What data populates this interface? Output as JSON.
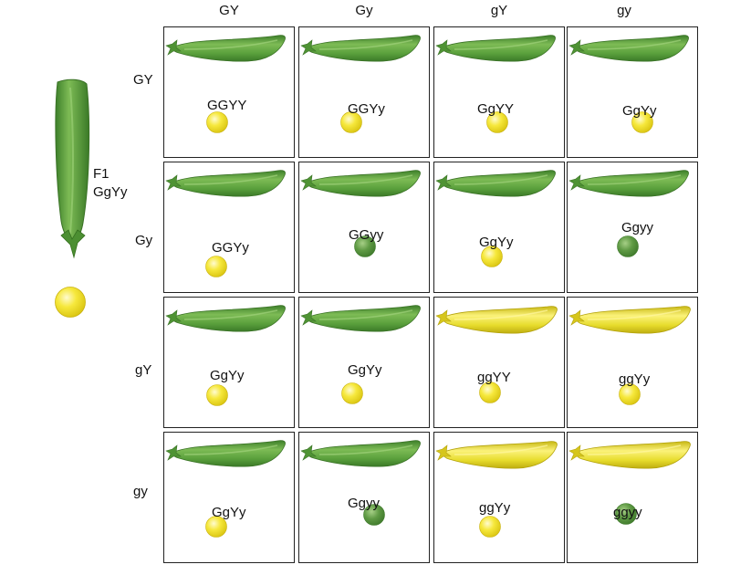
{
  "gametes": {
    "columns": [
      "GY",
      "Gy",
      "gY",
      "gy"
    ],
    "rows": [
      "GY",
      "Gy",
      "gY",
      "gy"
    ]
  },
  "parent": {
    "label": "F1",
    "genotype": "GgYy",
    "pod": "green",
    "seed": "yellow"
  },
  "colors": {
    "pod_green": "#5aa03c",
    "pod_yellow": "#e7dc2c",
    "seed_yellow": "#eedd22",
    "seed_green": "#5a9840"
  },
  "cells": [
    [
      {
        "genotype": "GGYY",
        "pod": "green",
        "seed": "yellow"
      },
      {
        "genotype": "GGYy",
        "pod": "green",
        "seed": "yellow"
      },
      {
        "genotype": "GgYY",
        "pod": "green",
        "seed": "yellow"
      },
      {
        "genotype": "GgYy",
        "pod": "green",
        "seed": "yellow"
      }
    ],
    [
      {
        "genotype": "GGYy",
        "pod": "green",
        "seed": "yellow"
      },
      {
        "genotype": "GGyy",
        "pod": "green",
        "seed": "green"
      },
      {
        "genotype": "GgYy",
        "pod": "green",
        "seed": "yellow"
      },
      {
        "genotype": "Ggyy",
        "pod": "green",
        "seed": "green"
      }
    ],
    [
      {
        "genotype": "GgYy",
        "pod": "green",
        "seed": "yellow"
      },
      {
        "genotype": "GgYy",
        "pod": "green",
        "seed": "yellow"
      },
      {
        "genotype": "ggYY",
        "pod": "yellow",
        "seed": "yellow"
      },
      {
        "genotype": "ggYy",
        "pod": "yellow",
        "seed": "yellow"
      }
    ],
    [
      {
        "genotype": "GgYy",
        "pod": "green",
        "seed": "yellow"
      },
      {
        "genotype": "Ggyy",
        "pod": "green",
        "seed": "green"
      },
      {
        "genotype": "ggYy",
        "pod": "yellow",
        "seed": "yellow"
      },
      {
        "genotype": "ggyy",
        "pod": "yellow",
        "seed": "green"
      }
    ]
  ]
}
